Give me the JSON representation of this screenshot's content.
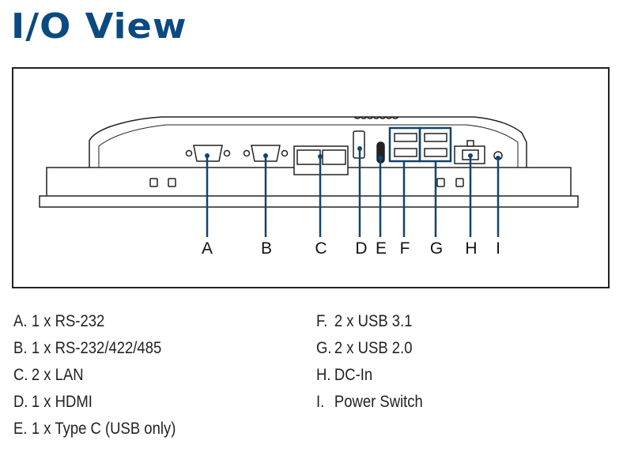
{
  "title": "I/O View",
  "callouts": [
    "A",
    "B",
    "C",
    "D",
    "E",
    "F",
    "G",
    "H",
    "I"
  ],
  "legend_left": [
    {
      "letter": "A.",
      "text": "1 x RS-232"
    },
    {
      "letter": "B.",
      "text": "1 x RS-232/422/485"
    },
    {
      "letter": "C.",
      "text": "2 x LAN"
    },
    {
      "letter": "D.",
      "text": "1 x HDMI"
    },
    {
      "letter": "E.",
      "text": "1 x Type C (USB only)"
    }
  ],
  "legend_right": [
    {
      "letter": "F.",
      "text": "2 x USB 3.1"
    },
    {
      "letter": "G.",
      "text": "2 x USB 2.0"
    },
    {
      "letter": "H.",
      "text": "DC-In"
    },
    {
      "letter": "I.",
      "text": "Power Switch"
    }
  ],
  "colors": {
    "accent": "#0b4a80",
    "line": "#12446f"
  }
}
